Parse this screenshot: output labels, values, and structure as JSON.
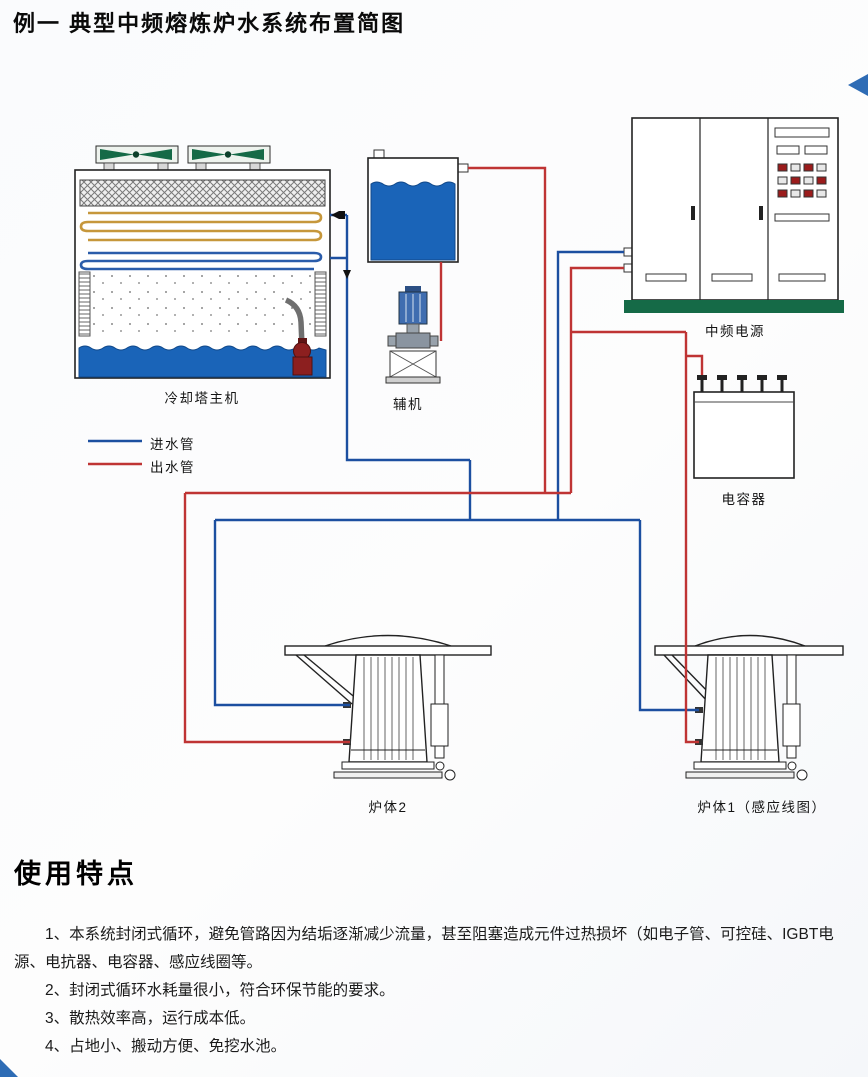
{
  "page": {
    "title": "例一  典型中频熔炼炉水系统布置简图",
    "section": {
      "title": "使用特点",
      "items": [
        "1、本系统封闭式循环，避免管路因为结垢逐渐减少流量，甚至阻塞造成元件过热损坏（如电子管、可控硅、IGBT电源、电抗器、电容器、感应线圈等。",
        "2、封闭式循环水耗量很小，符合环保节能的要求。",
        "3、散热效率高，运行成本低。",
        "4、占地小、搬动方便、免挖水池。"
      ]
    }
  },
  "diagram": {
    "labels": {
      "cooling_tower": "冷却塔主机",
      "auxiliary": "辅机",
      "power_supply": "中频电源",
      "capacitor": "电容器",
      "furnace2": "炉体2",
      "furnace1": "炉体1（感应线图）"
    },
    "legend": [
      {
        "label": "进水管",
        "color": "#1c4fa0"
      },
      {
        "label": "出水管",
        "color": "#bf3434"
      }
    ],
    "colors": {
      "inlet_pipe": "#1c4fa0",
      "outlet_pipe": "#bf3434",
      "water": "#1a64b8",
      "fan_green": "#156a47",
      "base_green": "#156a47",
      "coil_yellow": "#c6973b",
      "pump_maroon": "#8c1f1f",
      "motor_blue": "#3f6db0",
      "accent_corner": "#2e6cb5"
    }
  }
}
